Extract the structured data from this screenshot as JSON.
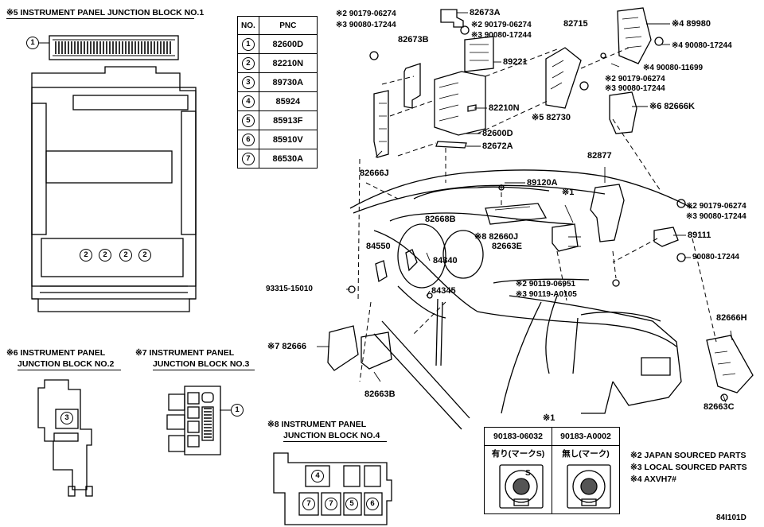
{
  "titles": {
    "jb1": "※5 INSTRUMENT PANEL JUNCTION BLOCK NO.1",
    "jb2_line1": "※6 INSTRUMENT PANEL",
    "jb2_line2": "JUNCTION BLOCK NO.2",
    "jb3_line1": "※7 INSTRUMENT PANEL",
    "jb3_line2": "JUNCTION BLOCK NO.3",
    "jb4_line1": "※8 INSTRUMENT PANEL",
    "jb4_line2": "JUNCTION BLOCK NO.4"
  },
  "pnc_table": {
    "headers": [
      "NO.",
      "PNC"
    ],
    "rows": [
      {
        "no": "1",
        "pnc": "82600D"
      },
      {
        "no": "2",
        "pnc": "82210N"
      },
      {
        "no": "3",
        "pnc": "89730A"
      },
      {
        "no": "4",
        "pnc": "85924"
      },
      {
        "no": "5",
        "pnc": "85913F"
      },
      {
        "no": "6",
        "pnc": "85910V"
      },
      {
        "no": "7",
        "pnc": "86530A"
      }
    ]
  },
  "callouts": {
    "c1a": "※2 90179-06274",
    "c1b": "※3 90080-17244",
    "p82673A": "82673A",
    "p82673B": "82673B",
    "c2a": "※2 90179-06274",
    "c2b": "※3 90080-17244",
    "p82715": "82715",
    "p89221": "89221",
    "p89980": "※4 89980",
    "c3": "※4 90080-17244",
    "c4": "※4 90080-11699",
    "c5a": "※2 90179-06274",
    "c5b": "※3 90080-17244",
    "p82666K": "※6 82666K",
    "p82210N": "82210N",
    "p82730": "※5 82730",
    "p82600D": "82600D",
    "p82672A": "82672A",
    "p82666J": "82666J",
    "p82877": "82877",
    "p89120A": "89120A",
    "x1": "※1",
    "c6a": "※2 90179-06274",
    "c6b": "※3 90080-17244",
    "p82668B": "82668B",
    "p82660J": "※8 82660J",
    "p89111": "89111",
    "p84550": "84550",
    "p82663E": "82663E",
    "c7": "90080-17244",
    "p84340": "84340",
    "p93315": "93315-15010",
    "c8a": "※2  90119-06951",
    "c8b": "※3  90119-A0105",
    "p84345": "84345",
    "p82666H": "82666H",
    "p82666": "※7 82666",
    "p82663B": "82663B",
    "p82663C": "82663C"
  },
  "jb1_badges": [
    "1",
    "2",
    "2",
    "2",
    "2"
  ],
  "jb2_badges": [
    "3"
  ],
  "jb3_badges": [
    "1"
  ],
  "jb4_badges": [
    "4",
    "7",
    "7",
    "5",
    "6"
  ],
  "alt_table": {
    "title": "※1",
    "col1": "90183-06032",
    "col2": "90183-A0002",
    "col1_sub": "有り(マークS)",
    "col2_sub": "無し(マーク)",
    "mark": "S"
  },
  "notes": {
    "n2": "※2 JAPAN SOURCED PARTS",
    "n3": "※3 LOCAL SOURCED PARTS",
    "n4": "※4 AXVH7#"
  },
  "drawing_code": "84I101D"
}
